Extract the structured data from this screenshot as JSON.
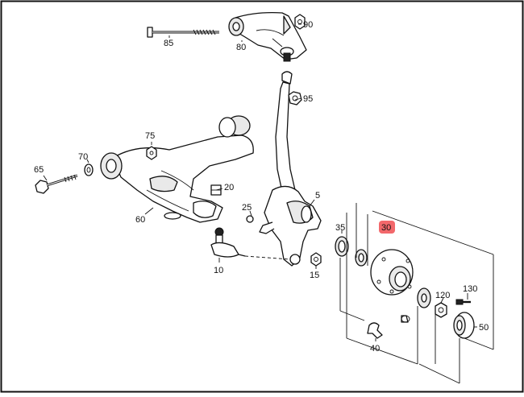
{
  "diagram": {
    "highlight_color": "#f2686b",
    "callouts": [
      {
        "id": "p5",
        "label": "5"
      },
      {
        "id": "p10",
        "label": "10"
      },
      {
        "id": "p15",
        "label": "15"
      },
      {
        "id": "p20",
        "label": "20"
      },
      {
        "id": "p25",
        "label": "25"
      },
      {
        "id": "p30",
        "label": "30",
        "highlighted": true
      },
      {
        "id": "p35",
        "label": "35"
      },
      {
        "id": "p40",
        "label": "40"
      },
      {
        "id": "p50",
        "label": "50"
      },
      {
        "id": "p60",
        "label": "60"
      },
      {
        "id": "p65",
        "label": "65"
      },
      {
        "id": "p70",
        "label": "70"
      },
      {
        "id": "p75",
        "label": "75"
      },
      {
        "id": "p80",
        "label": "80"
      },
      {
        "id": "p85",
        "label": "85"
      },
      {
        "id": "p90",
        "label": "90"
      },
      {
        "id": "p95",
        "label": "95"
      },
      {
        "id": "p120",
        "label": "120"
      },
      {
        "id": "p130",
        "label": "130"
      }
    ]
  }
}
